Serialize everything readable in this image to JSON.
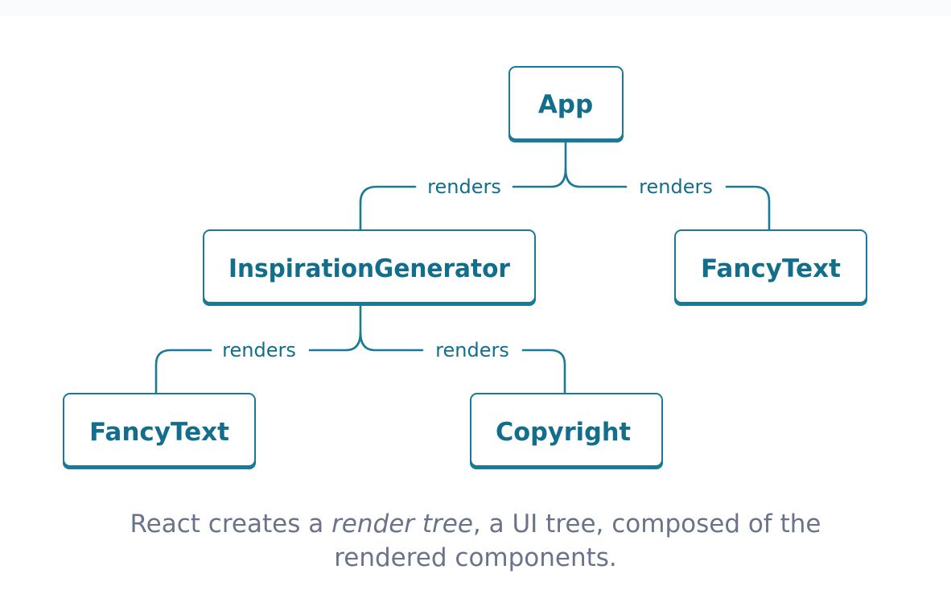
{
  "diagram": {
    "nodes": {
      "app": "App",
      "inspiration_generator": "InspirationGenerator",
      "fancy_text_top": "FancyText",
      "fancy_text_bottom": "FancyText",
      "copyright": "Copyright"
    },
    "edges": {
      "app_to_inspiration": "renders",
      "app_to_fancy_text": "renders",
      "inspiration_to_fancy_text": "renders",
      "inspiration_to_copyright": "renders"
    },
    "colors": {
      "accent": "#197a98",
      "caption_text": "#6a7389"
    }
  },
  "caption": {
    "before": "React creates a ",
    "emphasis": "render tree",
    "after": ", a UI tree, composed of the rendered components."
  }
}
